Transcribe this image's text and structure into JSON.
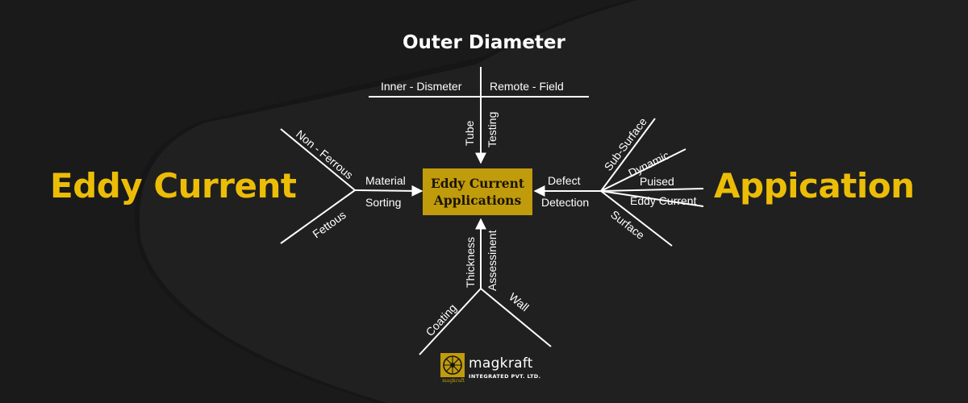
{
  "titles": {
    "left": "Eddy Current",
    "right": "Appication",
    "top": "Outer Diameter"
  },
  "center": {
    "line1": "Eddy Current",
    "line2": "Applications"
  },
  "branches": {
    "tube": {
      "left": "Inner - Dismeter",
      "right": "Remote - Field",
      "stem_left": "Tube",
      "stem_right": "Testing"
    },
    "material": {
      "upper_spoke": "Non - Ferrous",
      "lower_spoke": "Fettous",
      "stem_top": "Material",
      "stem_bottom": "Sorting"
    },
    "defect": {
      "stem_top": "Defect",
      "stem_bottom": "Detection",
      "spokes": [
        "Sub-Surface",
        "Dynamic",
        "Puised",
        "Eddy Current",
        "Surface"
      ]
    },
    "thickness": {
      "stem_left": "Thickness",
      "stem_right": "Assessinent",
      "left_spoke": "Coating",
      "right_spoke": "Wall"
    }
  },
  "logo": {
    "name": "magkraft",
    "tagline": "INTEGRATED PVT. LTD.",
    "mark_text": "magkraft"
  },
  "colors": {
    "background": "#161616",
    "accent": "#ecbd07",
    "box": "#c09b0c",
    "line": "#ffffff"
  }
}
